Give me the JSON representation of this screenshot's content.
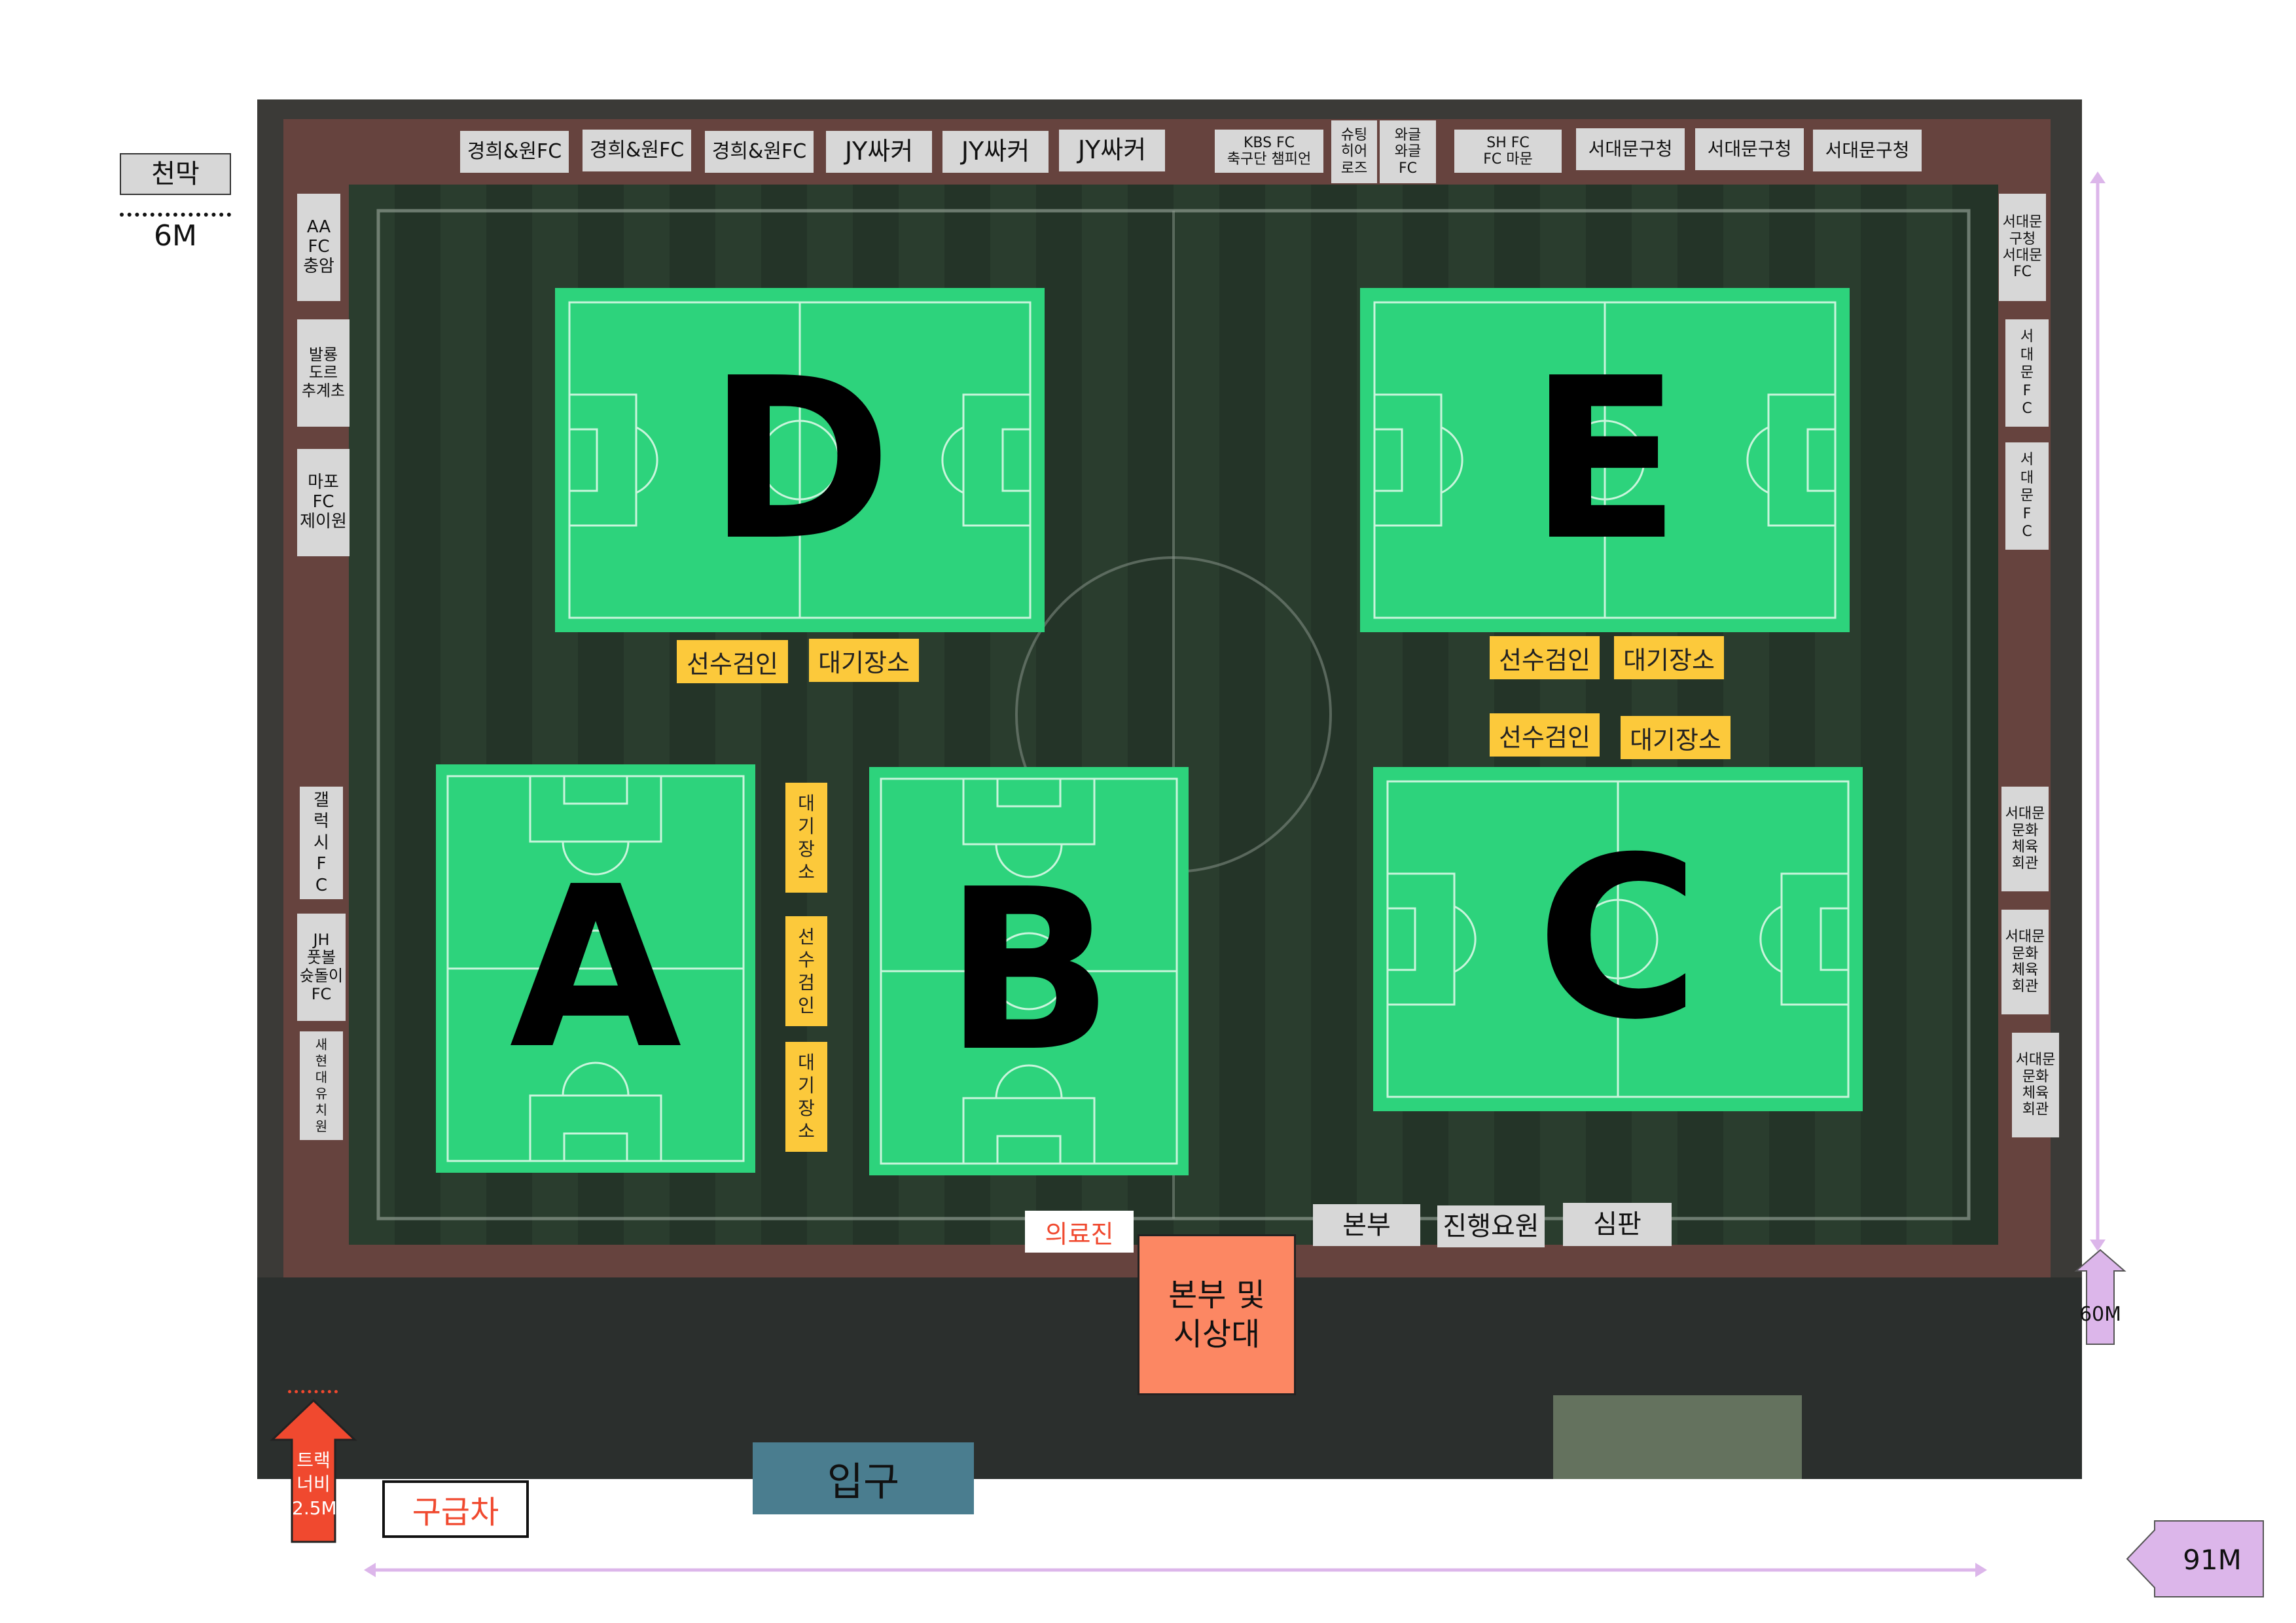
{
  "legend": {
    "canopy_label": "천막",
    "canopy_size": "6M"
  },
  "pitches": [
    {
      "id": "A",
      "letter": "A",
      "orientation": "vertical"
    },
    {
      "id": "B",
      "letter": "B",
      "orientation": "vertical"
    },
    {
      "id": "C",
      "letter": "C",
      "orientation": "horizontal"
    },
    {
      "id": "D",
      "letter": "D",
      "orientation": "horizontal"
    },
    {
      "id": "E",
      "letter": "E",
      "orientation": "horizontal"
    }
  ],
  "top_tents": [
    "경희&원FC",
    "경희&원FC",
    "경희&원FC",
    "JY싸커",
    "JY싸커",
    "JY싸커",
    "KBS    FC\n축구단 챔피언",
    "슈팅\n히어\n로즈",
    "와글\n와글\nFC",
    "SH    FC\nFC   마문",
    "서대문구청",
    "서대문구청",
    "서대문구청"
  ],
  "left_tents": [
    "AA\nFC\n충암",
    "발룡\n도르\n추계초",
    "마포\nFC\n제이원",
    "갤\n럭\n시\nF\nC",
    "JH\n풋볼\n슛돌이\nFC",
    "새\n현\n대\n유\n치\n원"
  ],
  "right_tents": [
    "서대문\n구청\n서대문\nFC",
    "서\n대\n문\nF\nC",
    "서\n대\n문\nF\nC",
    "서대문\n문화\n체육\n회관",
    "서대문\n문화\n체육\n회관",
    "서대문\n문화\n체육\n회관"
  ],
  "zones": {
    "player_check": "선수검인",
    "waiting_area": "대기장소",
    "player_check_v": "선\n수\n검\n인",
    "waiting_area_v": "대\n기\n장\n소"
  },
  "hq_tents": [
    "본부",
    "진행요원",
    "심판"
  ],
  "medical": "의료진",
  "hq_podium": "본부 및\n시상대",
  "entrance": "입구",
  "ambulance": "구급차",
  "track": "트랙\n너비\n2.5M",
  "dimensions": {
    "height": "60M",
    "width": "91M"
  },
  "colors": {
    "pitch_green": "#2dd37c",
    "tent_grey": "#d7d7d7",
    "zone_yellow": "#fcc93b",
    "podium_orange": "#fc8763",
    "entrance_teal": "#4a7d8f",
    "track_red": "#f0492f",
    "dimension_lilac": "#dcb6ea"
  }
}
